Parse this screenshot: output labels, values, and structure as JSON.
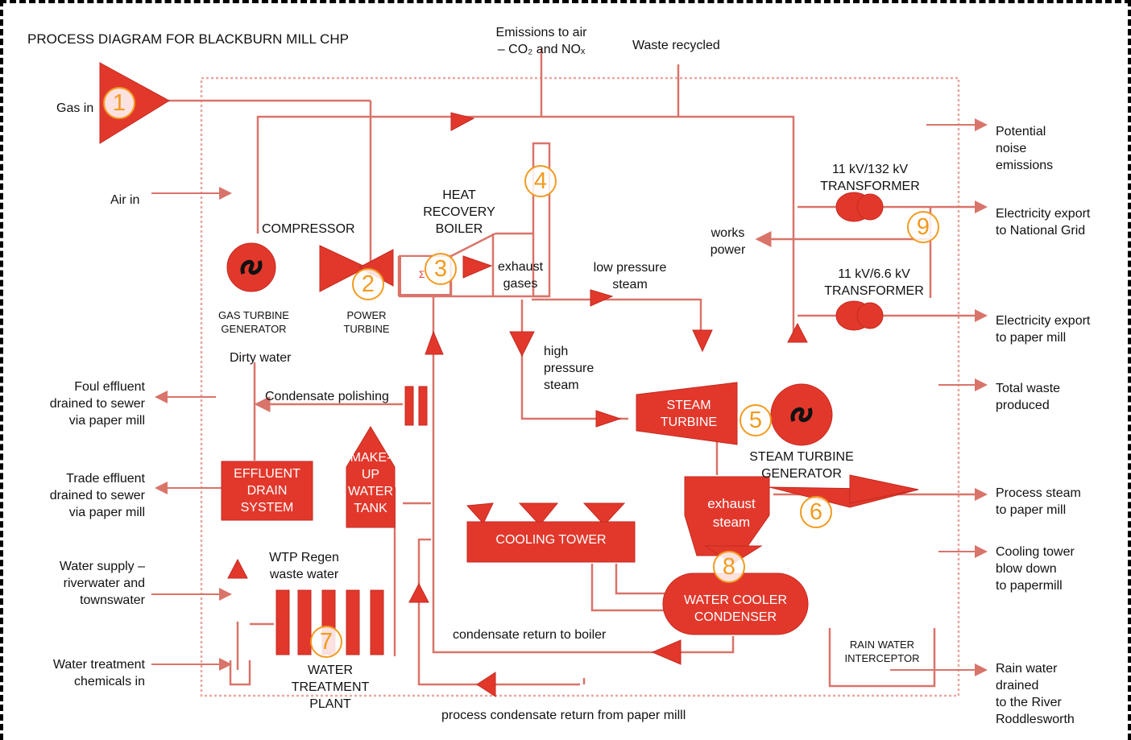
{
  "title": "PROCESS DIAGRAM FOR BLACKBURN MILL CHP",
  "top": {
    "emissions": "Emissions to air\n– CO₂ and NOₓ",
    "waste_recycled": "Waste recycled"
  },
  "left_inputs": {
    "gas_in": "Gas in",
    "air_in": "Air in",
    "foul": "Foul effluent\ndrained to sewer\nvia paper mill",
    "trade": "Trade effluent\ndrained to sewer\nvia paper mill",
    "water_supply": "Water supply –\nriverwater and\ntownswater",
    "chemicals": "Water treatment\nchemicals in"
  },
  "right_outputs": {
    "noise": "Potential\nnoise\nemissions",
    "grid": "Electricity export\nto National Grid",
    "paper_elec": "Electricity export\nto paper mill",
    "waste": "Total waste\nproduced",
    "steam": "Process steam\nto paper mill",
    "blowdown": "Cooling tower\nblow down\nto papermill",
    "rain": "Rain water\ndrained\nto the River\nRoddlesworth"
  },
  "components": {
    "compressor": "COMPRESSOR",
    "gas_gen": "GAS TURBINE\nGENERATOR",
    "power_turbine": "POWER\nTURBINE",
    "hrb": "HEAT\nRECOVERY\nBOILER",
    "exhaust_gases": "exhaust\ngases",
    "lp_steam": "low pressure\nsteam",
    "hp_steam": "high\npressure\nsteam",
    "steam_turbine": "STEAM\nTURBINE",
    "st_gen": "STEAM TURBINE\nGENERATOR",
    "exhaust_steam": "exhaust\nsteam",
    "t1": "11 kV/132 kV\nTRANSFORMER",
    "t2": "11 kV/6.6 kV\nTRANSFORMER",
    "works": "works\npower",
    "dirty": "Dirty water",
    "polish": "Condensate polishing",
    "effluent": "EFFLUENT\nDRAIN\nSYSTEM",
    "makeup": "MAKE-\nUP\nWATER\nTANK",
    "cooling": "COOLING TOWER",
    "condenser": "WATER COOLER\nCONDENSER",
    "wtp_regen": "WTP Regen\nwaste water",
    "wtp": "WATER\nTREATMENT\nPLANT",
    "cond_return": "condensate return to boiler",
    "proc_return": "process condensate return from paper milll",
    "rain_int": "RAIN WATER\nINTERCEPTOR"
  },
  "numbers": [
    "1",
    "2",
    "3",
    "4",
    "5",
    "6",
    "7",
    "8",
    "9"
  ],
  "colors": {
    "accent": "#e2382c",
    "line": "#d9746a",
    "badge": "#f29a1e"
  }
}
